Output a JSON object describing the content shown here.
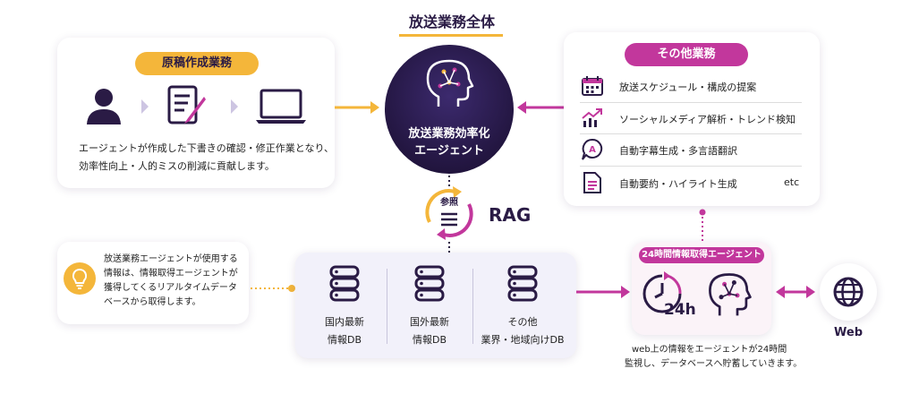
{
  "title": "放送業務全体",
  "manuscript": {
    "badge": "原稿作成業務",
    "desc_line1": "エージェントが作成した下書きの確認・修正作業となり、",
    "desc_line2": "効率性向上・人的ミスの削減に貢献します。"
  },
  "agent": {
    "line1": "放送業務効率化",
    "line2": "エージェント"
  },
  "other": {
    "badge": "その他業務",
    "items": [
      {
        "label": "放送スケジュール・構成の提案",
        "icon": "calendar-icon"
      },
      {
        "label": "ソーシャルメディア解析・トレンド検知",
        "icon": "trend-chart-icon"
      },
      {
        "label": "自動字幕生成・多言語翻訳",
        "icon": "subtitle-chat-icon"
      },
      {
        "label": "自動要約・ハイライト生成",
        "icon": "document-icon"
      }
    ],
    "etc": "etc"
  },
  "rag": {
    "ref_label": "参照",
    "label": "RAG"
  },
  "info_note": {
    "line1": "放送業務エージェントが使用する",
    "line2": "情報は、情報取得エージェントが",
    "line3": "獲得してくるリアルタイムデータ",
    "line4": "ベースから取得します。"
  },
  "databases": [
    {
      "line1": "国内最新",
      "line2": "情報DB"
    },
    {
      "line1": "国外最新",
      "line2": "情報DB"
    },
    {
      "line1": "その他",
      "line2": "業界・地域向けDB"
    }
  ],
  "collector": {
    "badge": "24時間情報取得エージェント",
    "hours": "24h",
    "desc_line1": "web上の情報をエージェントが24時間",
    "desc_line2": "監視し、データベースへ貯蓄していきます。"
  },
  "web_label": "Web",
  "colors": {
    "navy": "#2a1b45",
    "magenta": "#c2379c",
    "yellow": "#f4b63a",
    "purple": "#6a2c91"
  }
}
